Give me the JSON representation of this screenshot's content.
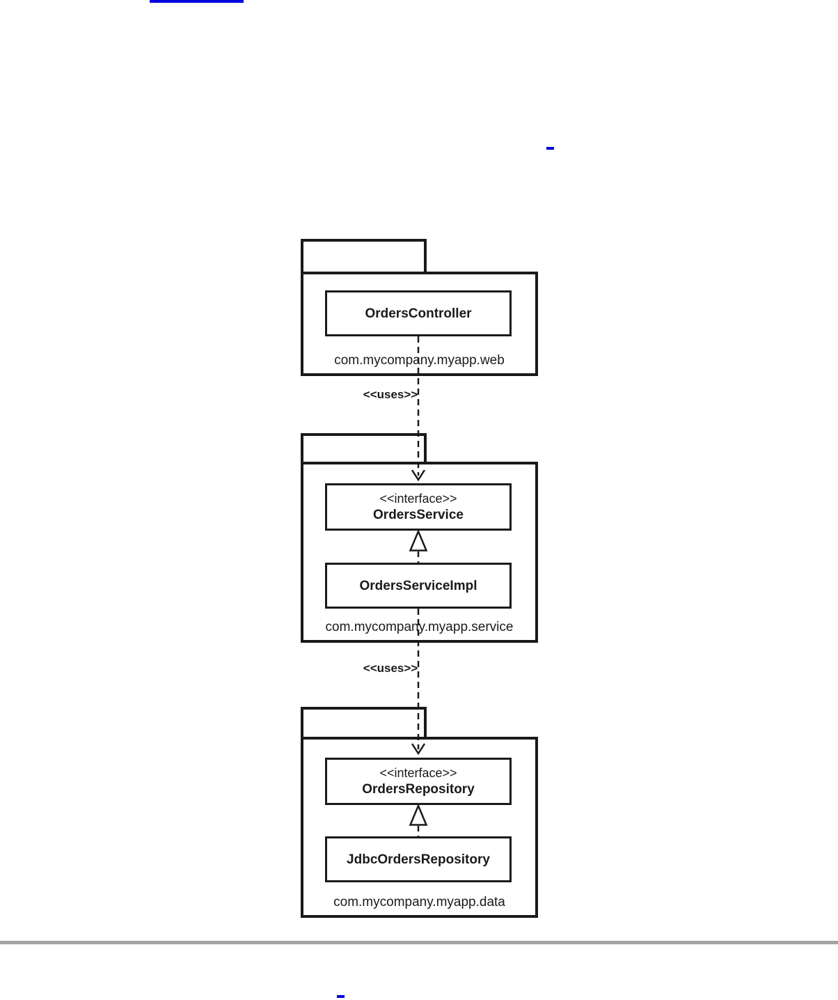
{
  "page": {
    "background": "#ffffff",
    "divider_color": "#a3a3a7",
    "link_color": "#0000dd"
  },
  "diagram": {
    "type": "uml-package-diagram",
    "line_color": "#1a1a1a",
    "packages": [
      {
        "name": "com.mycompany.myapp.web",
        "elements": [
          {
            "kind": "class",
            "name": "OrdersController"
          }
        ]
      },
      {
        "name": "com.mycompany.myapp.service",
        "elements": [
          {
            "kind": "interface",
            "stereotype": "<<interface>>",
            "name": "OrdersService"
          },
          {
            "kind": "class",
            "name": "OrdersServiceImpl"
          }
        ],
        "relations": [
          {
            "type": "realization",
            "from": "OrdersServiceImpl",
            "to": "OrdersService"
          }
        ]
      },
      {
        "name": "com.mycompany.myapp.data",
        "elements": [
          {
            "kind": "interface",
            "stereotype": "<<interface>>",
            "name": "OrdersRepository"
          },
          {
            "kind": "class",
            "name": "JdbcOrdersRepository"
          }
        ],
        "relations": [
          {
            "type": "realization",
            "from": "JdbcOrdersRepository",
            "to": "OrdersRepository"
          }
        ]
      }
    ],
    "dependencies": [
      {
        "label": "<<uses>>",
        "from": "OrdersController",
        "to": "OrdersService"
      },
      {
        "label": "<<uses>>",
        "from": "OrdersServiceImpl",
        "to": "OrdersRepository"
      }
    ]
  }
}
